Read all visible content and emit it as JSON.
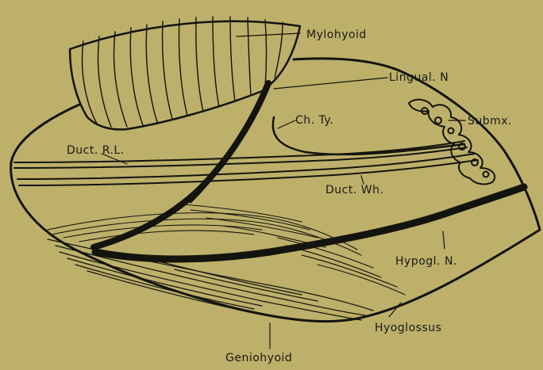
{
  "figure": {
    "background": "#bdb06a",
    "ink": "#14140f",
    "labels": {
      "mylohyoid": "Mylohyoid",
      "lingual_n": "Lingual. N",
      "ch_ty": "Ch. Ty.",
      "submx": "Submx.",
      "duct_rl": "Duct. R.L.",
      "duct_wh": "Duct. Wh.",
      "hypogl_n": "Hypogl. N.",
      "hyoglossus": "Hyoglossus",
      "geniohyoid": "Geniohyoid"
    }
  }
}
